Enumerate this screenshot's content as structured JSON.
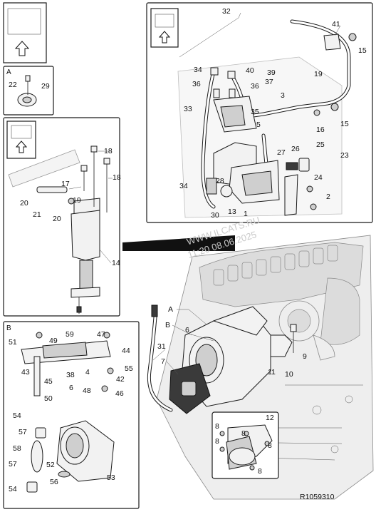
{
  "reference_code": "R1059310",
  "watermark": {
    "line1": "WWW.ILCATS.RU",
    "line2": "11:20 08.06.2025"
  },
  "panels": {
    "a": {
      "letter": "A"
    },
    "b": {
      "letter": "B"
    }
  },
  "main_callouts": {
    "A": "A",
    "B": "B",
    "c6": "6",
    "c31": "31",
    "c7": "7",
    "c9": "9",
    "c11": "11",
    "c10": "10"
  },
  "detail_callouts": {
    "c12": "12",
    "c8a": "8",
    "c8b": "8",
    "c8c": "8",
    "c8d": "8",
    "c8e": "8"
  },
  "panel_a_callouts": {
    "c22": "22",
    "c29": "29"
  },
  "panel_left_callouts": {
    "c17": "17",
    "c18a": "18",
    "c18b": "18",
    "c20a": "20",
    "c20b": "20",
    "c21": "21",
    "c19": "19",
    "c14": "14"
  },
  "panel_top_callouts": {
    "c32": "32",
    "c41": "41",
    "c15a": "15",
    "c34a": "34",
    "c40": "40",
    "c39": "39",
    "c36a": "36",
    "c36b": "36",
    "c37": "37",
    "c19": "19",
    "c3": "3",
    "c33": "33",
    "c35": "35",
    "c5": "5",
    "c16": "16",
    "c15b": "15",
    "c27": "27",
    "c26": "26",
    "c25": "25",
    "c23": "23",
    "c34b": "34",
    "c28": "28",
    "c24": "24",
    "c2": "2",
    "c30": "30",
    "c13": "13",
    "c1": "1"
  },
  "panel_b_callouts": {
    "c59": "59",
    "c47": "47",
    "c49": "49",
    "c51": "51",
    "c44": "44",
    "c43": "43",
    "c38": "38",
    "c4": "4",
    "c55": "55",
    "c42": "42",
    "c45": "45",
    "c6": "6",
    "c48": "48",
    "c46": "46",
    "c50": "50",
    "c54a": "54",
    "c57a": "57",
    "c58": "58",
    "c57b": "57",
    "c52": "52",
    "c56": "56",
    "c53": "53",
    "c54b": "54"
  }
}
